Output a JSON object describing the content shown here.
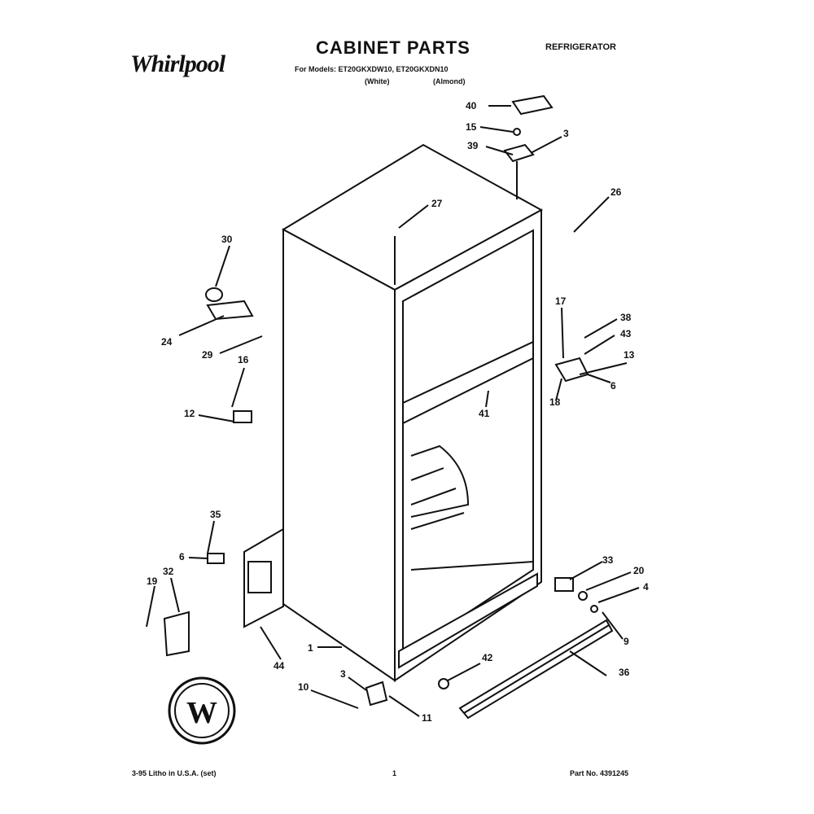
{
  "header": {
    "brand": "Whirlpool",
    "title": "CABINET PARTS",
    "subtitle": "For Models: ET20GKXDW10, ET20GKXDN10",
    "variant_white": "(White)",
    "variant_almond": "(Almond)",
    "category": "REFRIGERATOR"
  },
  "footer": {
    "printed": "3-95 Litho in U.S.A. (set)",
    "page": "1",
    "part_no": "Part No. 4391245"
  },
  "seal": {
    "text": "W"
  },
  "callouts": [
    "40",
    "15",
    "39",
    "3",
    "26",
    "27",
    "30",
    "24",
    "29",
    "16",
    "12",
    "17",
    "38",
    "43",
    "13",
    "6",
    "18",
    "41",
    "35",
    "6",
    "19",
    "32",
    "44",
    "33",
    "20",
    "4",
    "9",
    "1",
    "42",
    "36",
    "3",
    "10",
    "11"
  ]
}
